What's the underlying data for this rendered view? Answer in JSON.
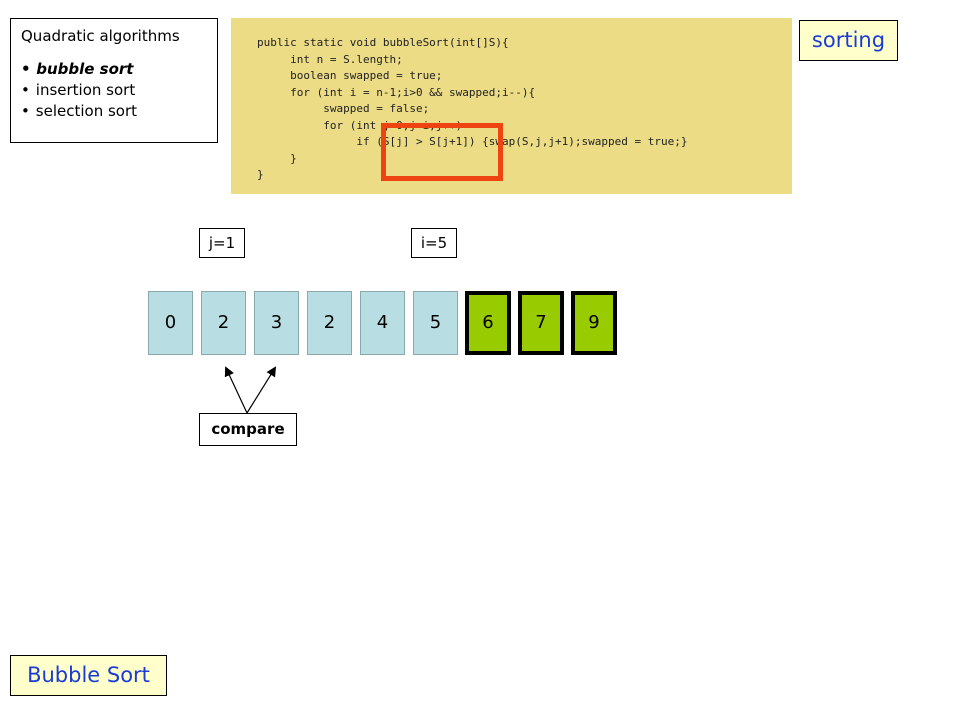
{
  "sidebar": {
    "title": "Quadratic algorithms",
    "items": [
      "bubble sort",
      "insertion sort",
      "selection sort"
    ],
    "active_index": 0
  },
  "code_lines": [
    "public static void bubbleSort(int[]S){",
    "     int n = S.length;",
    "     boolean swapped = true;",
    "     for (int i = n-1;i>0 && swapped;i--){",
    "          swapped = false;",
    "          for (int j=0;j<i;j++)",
    "               if (S[j] > S[j+1]) {swap(S,j,j+1);swapped = true;}",
    "     }",
    "}"
  ],
  "labels": {
    "sorting": "sorting",
    "bubble_sort": "Bubble Sort",
    "j": "j=1",
    "i": "i=5",
    "compare": "compare"
  },
  "array": {
    "values": [
      "0",
      "2",
      "3",
      "2",
      "4",
      "5",
      "6",
      "7",
      "9"
    ],
    "sorted_from_index": 6
  },
  "colors": {
    "unsorted_fill": "#b8dde3",
    "sorted_fill": "#99cc00",
    "code_background": "#ecdc86",
    "highlight_border": "#ee4411",
    "label_text": "#1a3bd6",
    "label_background": "#ffffcc"
  }
}
